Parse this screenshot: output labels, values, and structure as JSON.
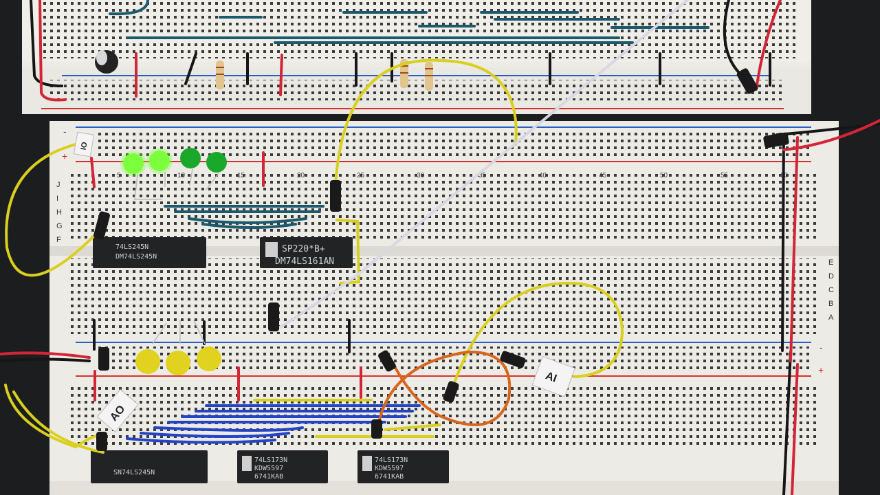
{
  "scene": {
    "title": "",
    "colors": {
      "board": "#ecebe6",
      "board_shadow": "#d6d4cd",
      "rail_red": "#d8322f",
      "rail_blue": "#2a5fc8",
      "hole": "#3b3b3b",
      "chip": "#222325",
      "teal_wire": "#1b5a6c",
      "blue_wire": "#2444c8",
      "yellow_wire": "#d9cf1e",
      "orange_wire": "#d8651d",
      "red_wire": "#d22636",
      "led_green_lit": "#7cff3c",
      "led_green": "#1aa82a",
      "led_yellow": "#e0d21e"
    },
    "row_letters_right": [
      "A",
      "B",
      "C",
      "D",
      "E"
    ],
    "row_letters_left": [
      "J",
      "I",
      "H",
      "G",
      "F"
    ],
    "column_numbers": [
      "5",
      "10",
      "15",
      "20",
      "25",
      "30",
      "35",
      "40",
      "45",
      "50",
      "55",
      "60"
    ],
    "rail_signs": [
      "-",
      "+"
    ],
    "chips": [
      {
        "name": "chip-74ls245-mid",
        "lines": [
          "74LS245N",
          "DM74LS245N"
        ]
      },
      {
        "name": "chip-74ls161",
        "lines": [
          "SP220*B+",
          "DM74LS161AN"
        ]
      },
      {
        "name": "chip-74ls245-bottom",
        "lines": [
          "SN74LS245N"
        ]
      },
      {
        "name": "chip-74ls173-a",
        "lines": [
          "74LS173N",
          "KDW5597",
          "6741KAB"
        ]
      },
      {
        "name": "chip-74ls173-b",
        "lines": [
          "74LS173N",
          "KDW5597",
          "6741KAB"
        ]
      }
    ],
    "tags": [
      {
        "name": "tag-top",
        "text": "IO"
      },
      {
        "name": "tag-ao",
        "text": "AO"
      },
      {
        "name": "tag-ai",
        "text": "AI"
      }
    ]
  }
}
